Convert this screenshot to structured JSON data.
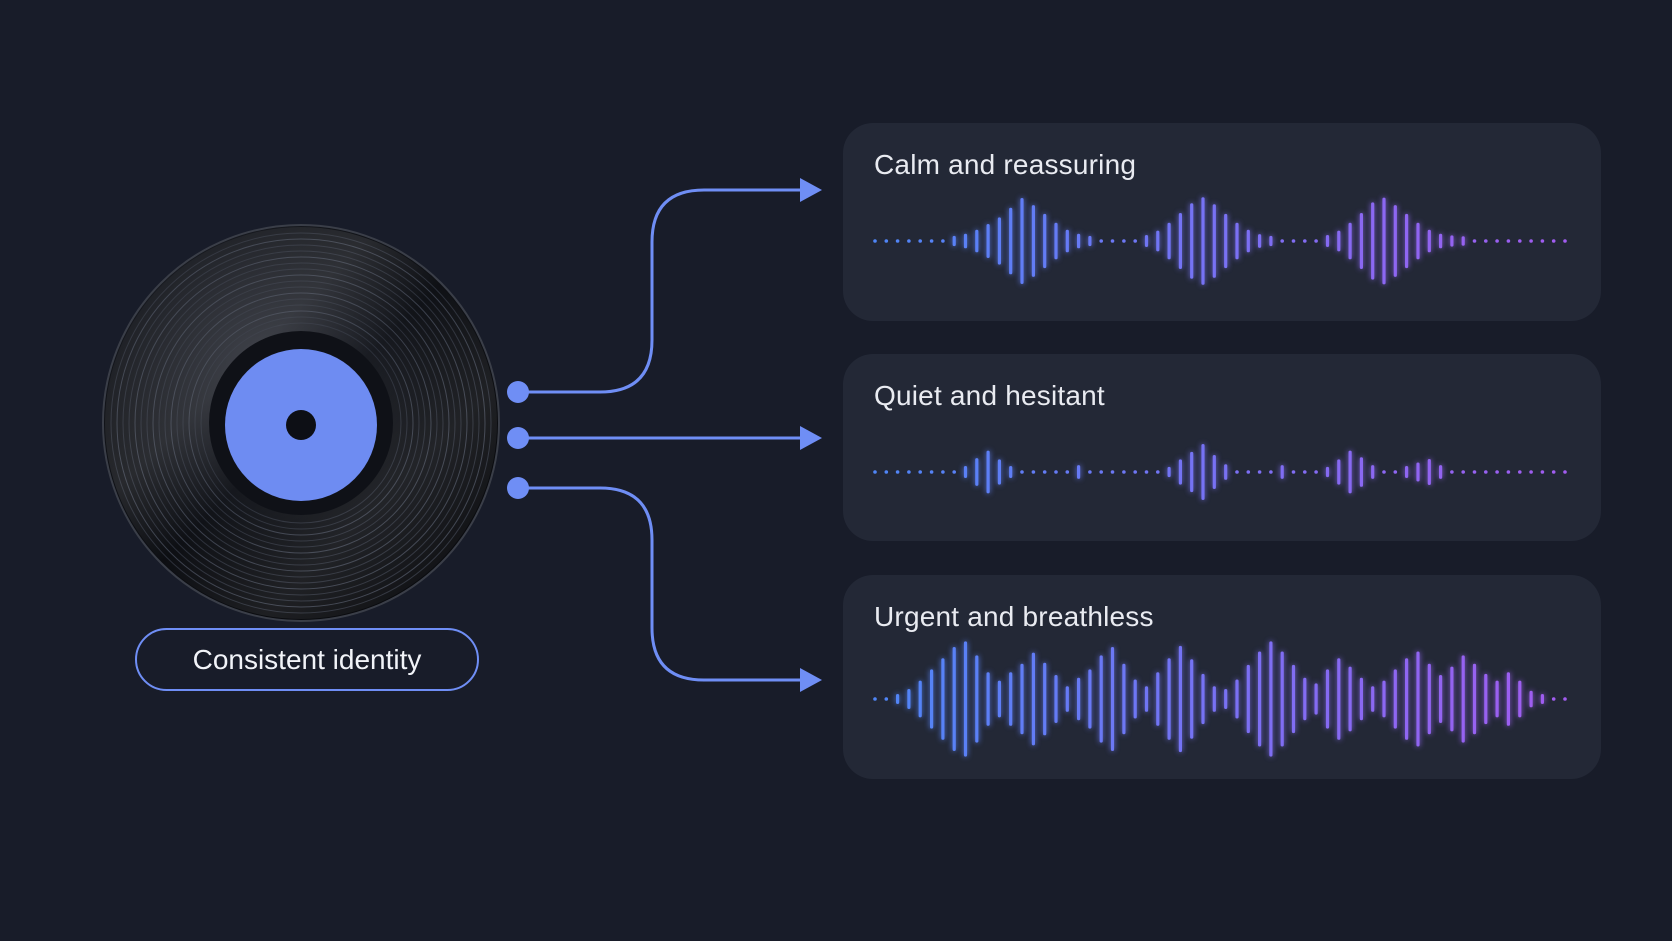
{
  "colors": {
    "background": "#181c29",
    "panel": "#232836",
    "accent": "#6f8ef5",
    "label_disc": "#6e8cf2",
    "wave_start": "#4f86f7",
    "wave_end": "#a25cf0"
  },
  "source": {
    "label": "Consistent identity",
    "icon": "vinyl-record-icon"
  },
  "variants": [
    {
      "label": "Calm and reassuring",
      "amplitudes": [
        0.05,
        0.05,
        0.05,
        0.05,
        0.05,
        0.05,
        0.06,
        0.08,
        0.13,
        0.22,
        0.35,
        0.5,
        0.72,
        0.94,
        0.78,
        0.58,
        0.38,
        0.22,
        0.13,
        0.08,
        0.06,
        0.06,
        0.06,
        0.06,
        0.1,
        0.2,
        0.38,
        0.6,
        0.82,
        0.96,
        0.8,
        0.58,
        0.38,
        0.22,
        0.12,
        0.08,
        0.06,
        0.05,
        0.05,
        0.06,
        0.1,
        0.2,
        0.38,
        0.6,
        0.84,
        0.95,
        0.78,
        0.58,
        0.38,
        0.22,
        0.13,
        0.09,
        0.07,
        0.06,
        0.05,
        0.05,
        0.05,
        0.05,
        0.05,
        0.05,
        0.05,
        0.05
      ]
    },
    {
      "label": "Quiet and hesitant",
      "amplitudes": [
        0.05,
        0.05,
        0.05,
        0.05,
        0.05,
        0.05,
        0.05,
        0.06,
        0.1,
        0.28,
        0.45,
        0.25,
        0.1,
        0.06,
        0.05,
        0.05,
        0.05,
        0.05,
        0.12,
        0.05,
        0.05,
        0.05,
        0.05,
        0.05,
        0.05,
        0.05,
        0.08,
        0.25,
        0.42,
        0.6,
        0.35,
        0.14,
        0.06,
        0.05,
        0.05,
        0.05,
        0.12,
        0.05,
        0.05,
        0.05,
        0.08,
        0.25,
        0.45,
        0.3,
        0.12,
        0.06,
        0.05,
        0.1,
        0.18,
        0.26,
        0.12,
        0.06,
        0.05,
        0.05,
        0.05,
        0.05,
        0.05,
        0.05,
        0.05,
        0.05,
        0.05,
        0.05
      ]
    },
    {
      "label": "Urgent and breathless",
      "amplitudes": [
        0.04,
        0.04,
        0.06,
        0.15,
        0.3,
        0.5,
        0.7,
        0.9,
        1.0,
        0.75,
        0.45,
        0.3,
        0.45,
        0.6,
        0.8,
        0.62,
        0.4,
        0.2,
        0.35,
        0.5,
        0.75,
        0.9,
        0.6,
        0.32,
        0.2,
        0.45,
        0.7,
        0.92,
        0.68,
        0.42,
        0.2,
        0.15,
        0.32,
        0.58,
        0.82,
        1.0,
        0.82,
        0.58,
        0.35,
        0.25,
        0.5,
        0.7,
        0.55,
        0.35,
        0.2,
        0.3,
        0.5,
        0.7,
        0.82,
        0.6,
        0.4,
        0.55,
        0.75,
        0.6,
        0.42,
        0.3,
        0.45,
        0.3,
        0.12,
        0.06,
        0.05,
        0.04
      ]
    }
  ]
}
